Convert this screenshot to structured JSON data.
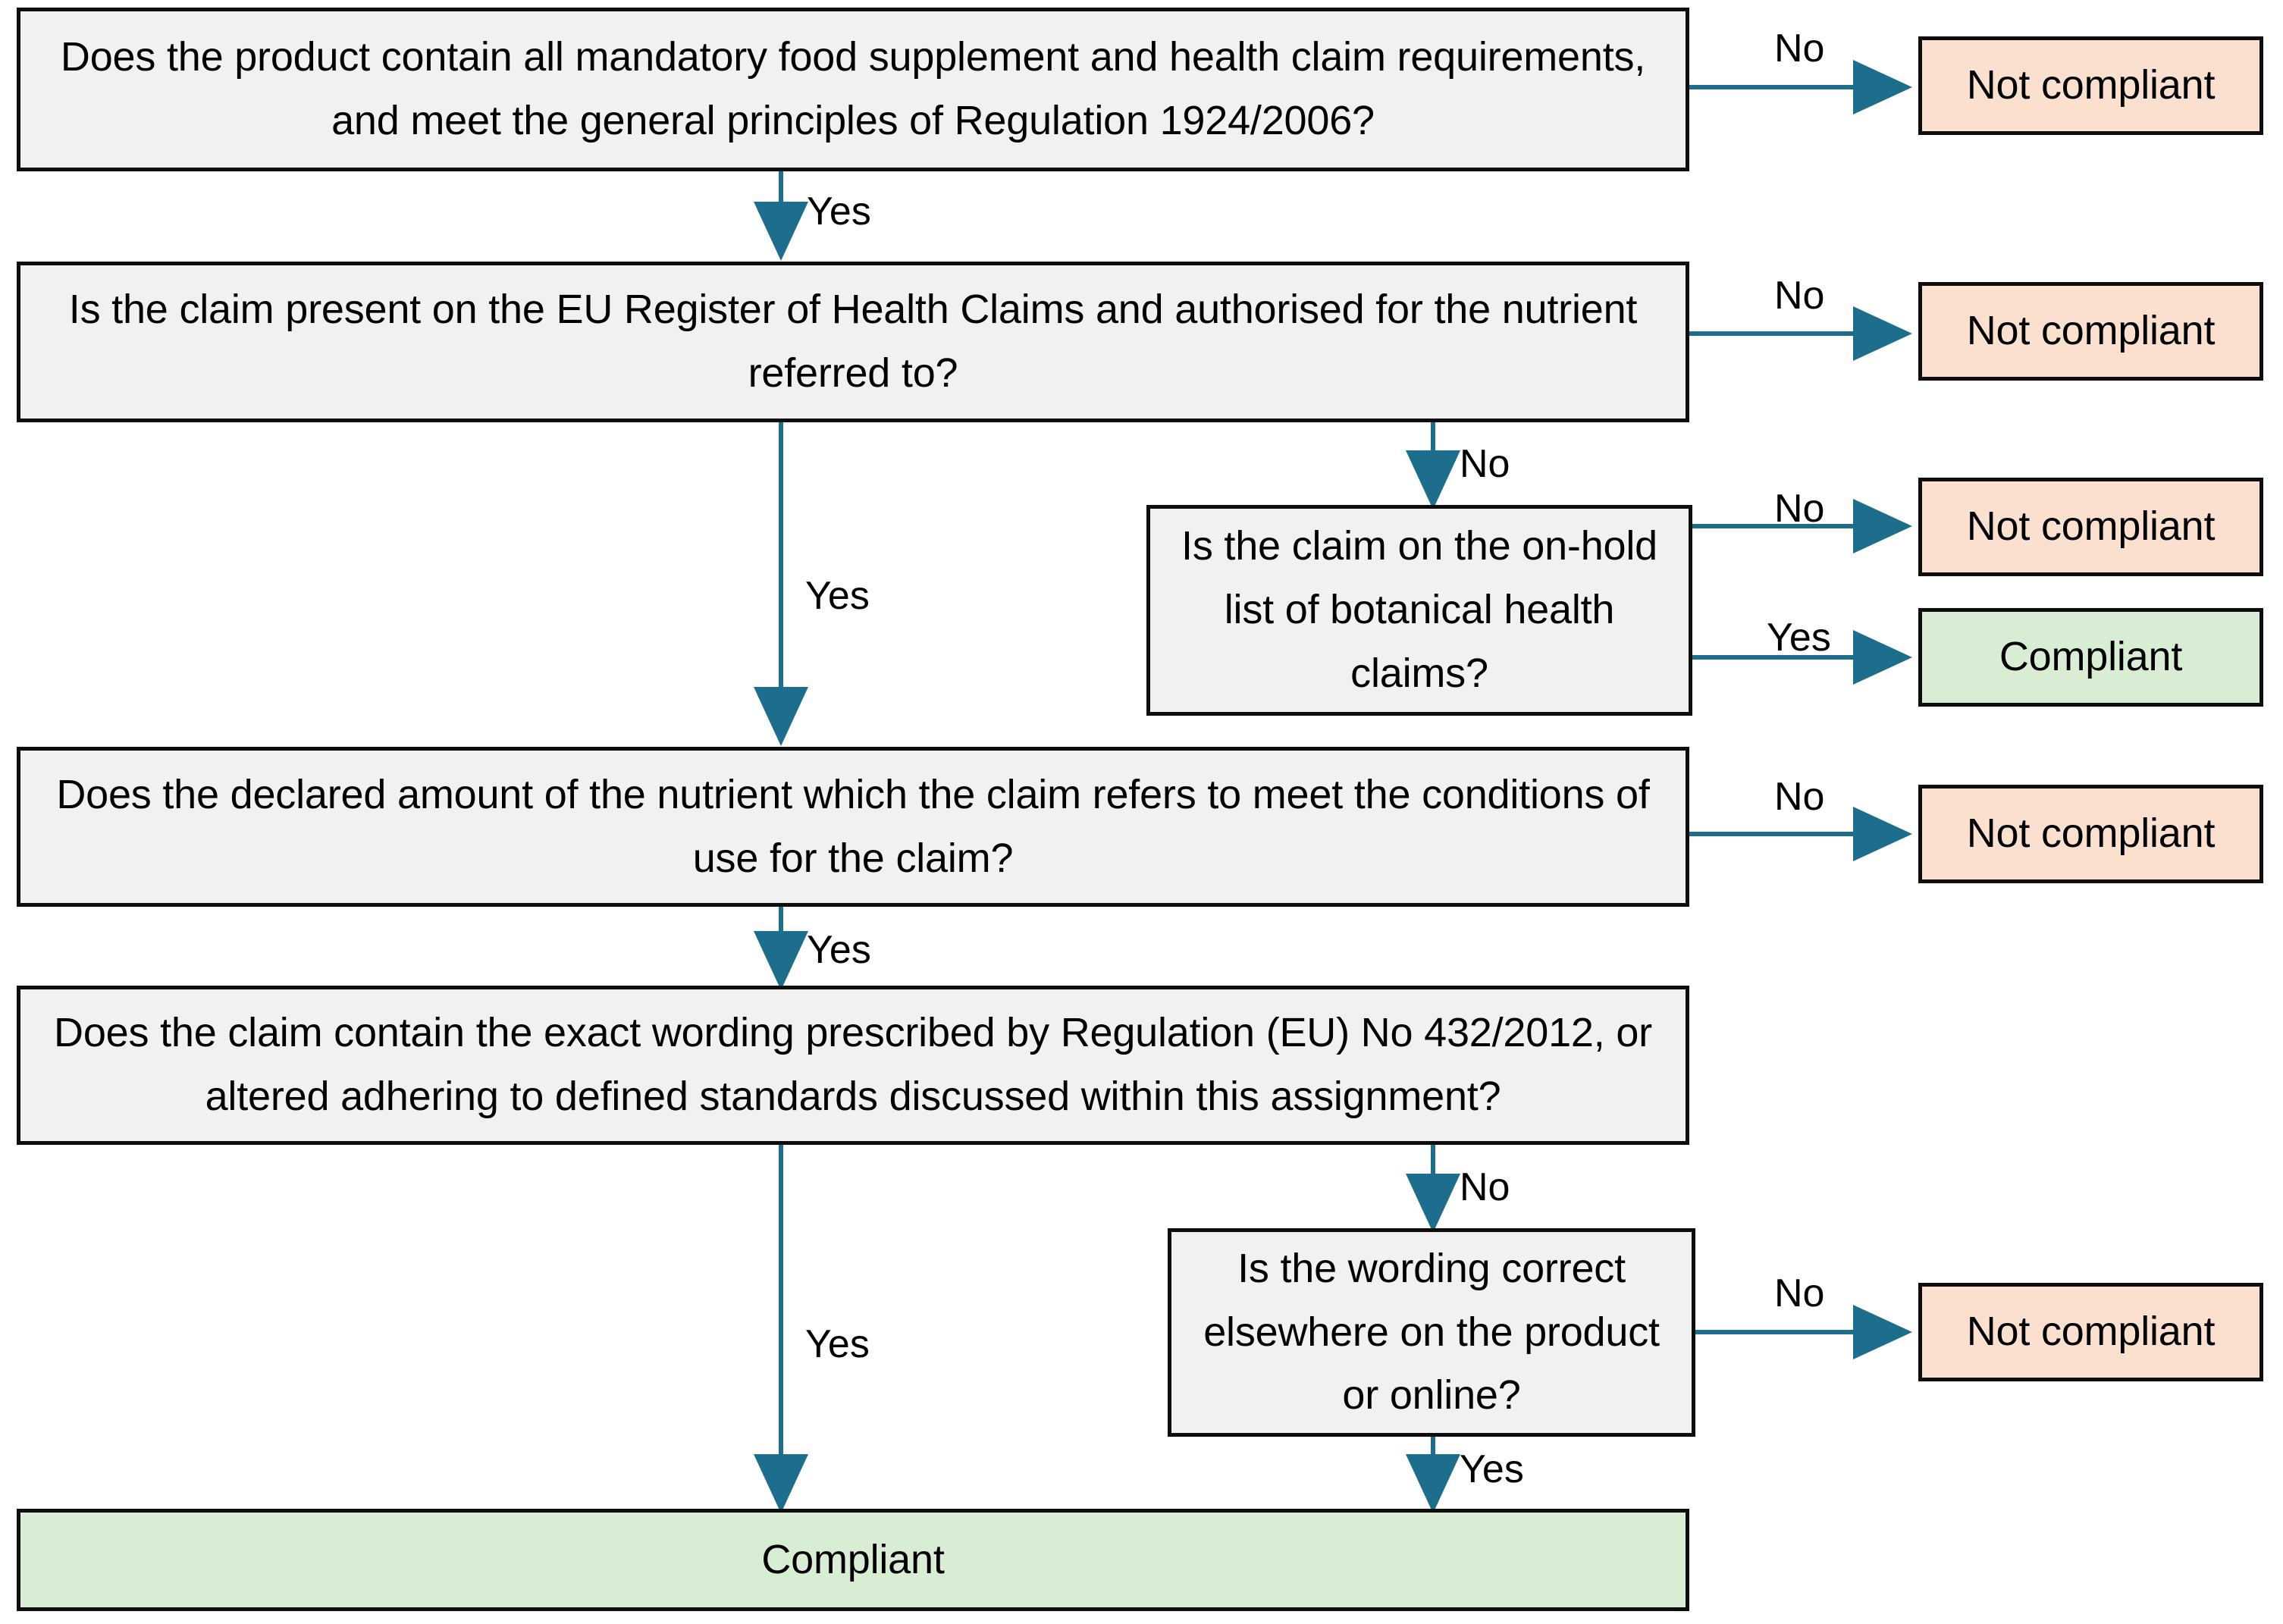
{
  "diagram": {
    "title": "Health claim compliance decision flowchart",
    "colors": {
      "decision_fill": "#F1F1F1",
      "not_compliant_fill": "#FBE0D0",
      "compliant_fill": "#D8EDD3",
      "border": "#0D0D0D",
      "connector": "#1C6E8C",
      "text": "#000000"
    }
  },
  "nodes": {
    "q1": "Does the product contain all mandatory food supplement and health claim requirements, and meet the general principles of Regulation 1924/2006?",
    "q2": "Is the claim present on the EU Register of Health Claims and authorised for the nutrient referred to?",
    "q3": "Is the claim on the on-hold list of botanical health claims?",
    "q4": "Does the declared amount of the nutrient which the claim refers to meet the conditions of use for the claim?",
    "q5": "Does the claim contain the exact wording prescribed by Regulation (EU) No 432/2012, or altered adhering to defined standards discussed within this assignment?",
    "q6": "Is the wording correct elsewhere on the product or online?",
    "r1_not_compliant": "Not compliant",
    "r2_not_compliant": "Not compliant",
    "r3_not_compliant": "Not compliant",
    "r3_compliant": "Compliant",
    "r4_not_compliant": "Not compliant",
    "r6_not_compliant": "Not compliant",
    "final_compliant": "Compliant"
  },
  "edges": {
    "q1_no": "No",
    "q1_yes": "Yes",
    "q2_no_right": "No",
    "q2_no_down": "No",
    "q2_yes": "Yes",
    "q3_no": "No",
    "q3_yes": "Yes",
    "q4_no": "No",
    "q4_yes": "Yes",
    "q5_no": "No",
    "q5_yes": "Yes",
    "q6_no": "No",
    "q6_yes": "Yes"
  }
}
